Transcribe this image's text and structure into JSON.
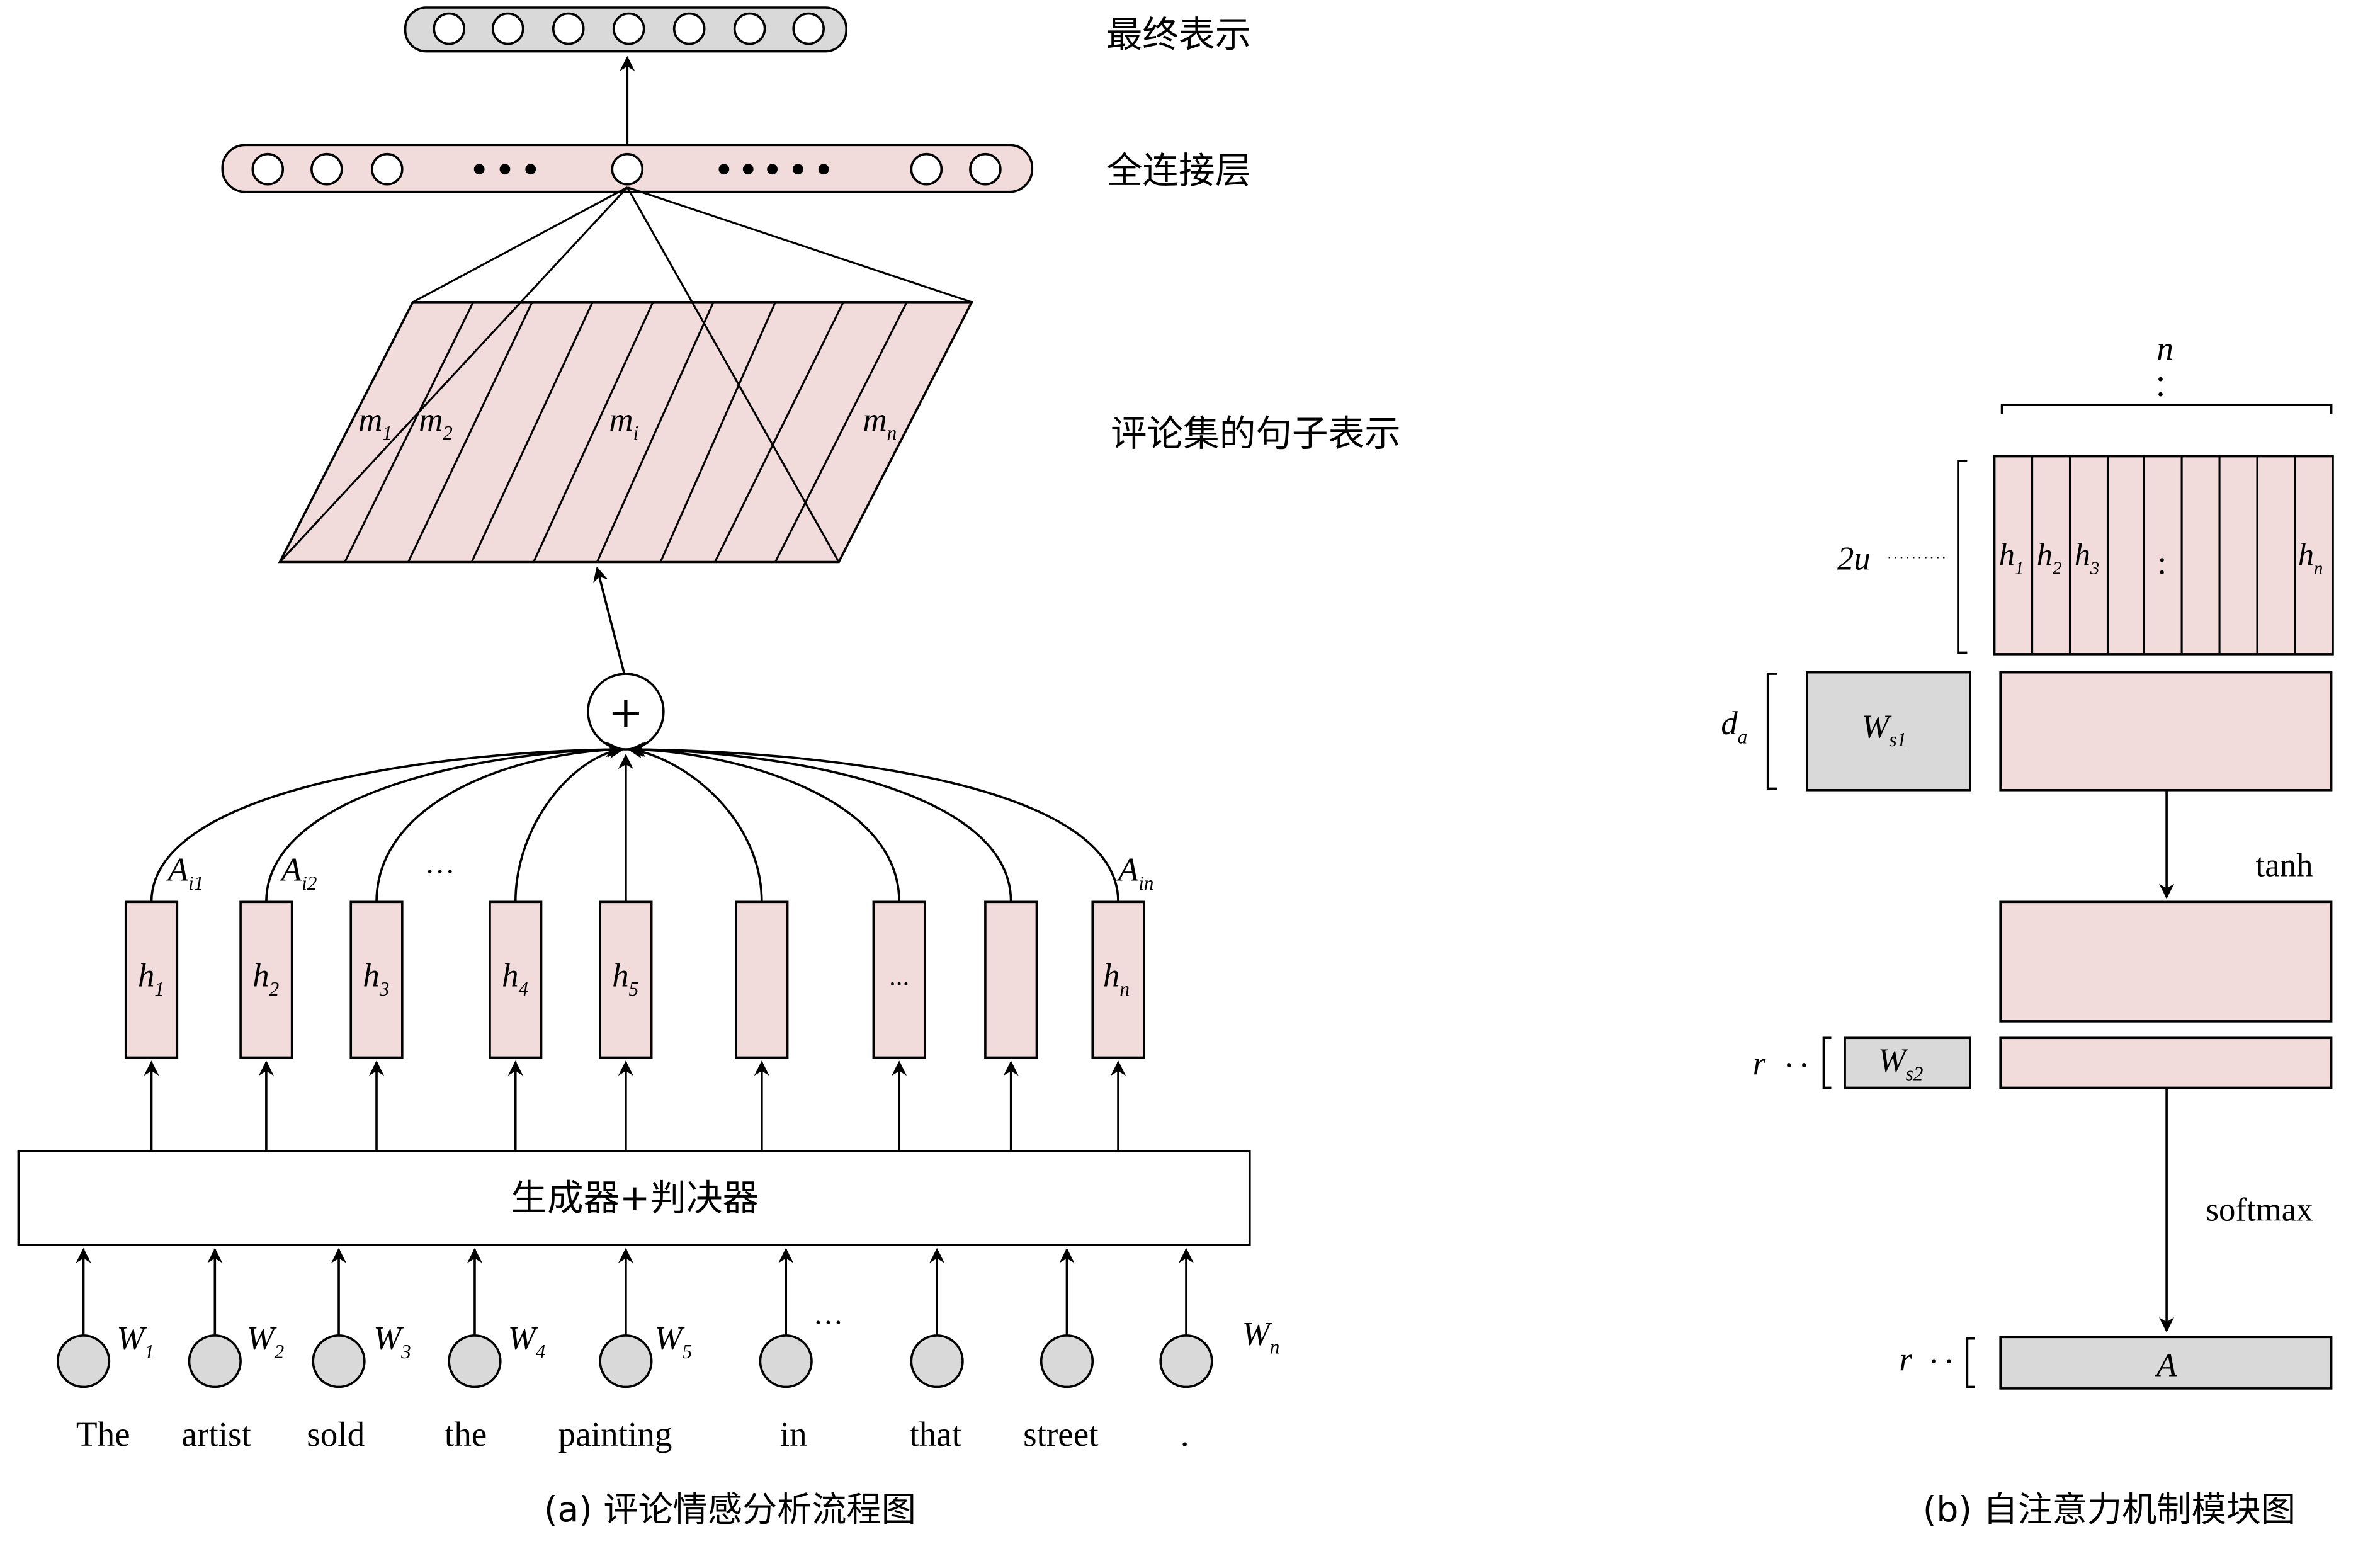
{
  "panel_a": {
    "label_final": "最终表示",
    "label_fc": "全连接层",
    "label_sentences": "评论集的句子表示",
    "mem_labels": [
      "m",
      "m",
      "m",
      "m"
    ],
    "mem_subs": [
      "1",
      "2",
      "i",
      "n"
    ],
    "plus": "+",
    "attn_labels": [
      {
        "main": "A",
        "sub": "i1"
      },
      {
        "main": "A",
        "sub": "i2"
      },
      {
        "main": "…",
        "sub": ""
      },
      {
        "main": "A",
        "sub": "in"
      }
    ],
    "h_labels": [
      {
        "main": "h",
        "sub": "1"
      },
      {
        "main": "h",
        "sub": "2"
      },
      {
        "main": "h",
        "sub": "3"
      },
      {
        "main": "h",
        "sub": "4"
      },
      {
        "main": "h",
        "sub": "5"
      },
      {
        "main": "",
        "sub": ""
      },
      {
        "main": "...",
        "sub": ""
      },
      {
        "main": "",
        "sub": ""
      },
      {
        "main": "h",
        "sub": "n"
      }
    ],
    "gen_label": "生成器+判决器",
    "w_labels": [
      {
        "main": "W",
        "sub": "1"
      },
      {
        "main": "W",
        "sub": "2"
      },
      {
        "main": "W",
        "sub": "3"
      },
      {
        "main": "W",
        "sub": "4"
      },
      {
        "main": "W",
        "sub": "5"
      },
      {
        "main": "···",
        "sub": ""
      },
      {
        "main": "",
        "sub": ""
      },
      {
        "main": "",
        "sub": ""
      },
      {
        "main": "W",
        "sub": "n"
      }
    ],
    "words": [
      "The",
      "artist",
      "sold",
      "the",
      "painting",
      "in",
      "that",
      "street",
      "."
    ],
    "caption": "(a) 评论情感分析流程图"
  },
  "panel_b": {
    "n_label": "n",
    "two_u_label": "2u",
    "h_cols": [
      {
        "main": "h",
        "sub": "1"
      },
      {
        "main": "h",
        "sub": "2"
      },
      {
        "main": "h",
        "sub": "3"
      },
      {
        "main": ":",
        "sub": ""
      },
      {
        "main": "h",
        "sub": "n"
      }
    ],
    "da_label": {
      "main": "d",
      "sub": "a"
    },
    "ws1_label": {
      "main": "W",
      "sub": "s1"
    },
    "tanh_label": "tanh",
    "r_label": "r",
    "ws2_label": {
      "main": "W",
      "sub": "s2"
    },
    "softmax_label": "softmax",
    "a_label": "A",
    "caption": "(b) 自注意力机制模块图"
  },
  "colors": {
    "pink": "#f2dcdb",
    "gray": "#d9d9d9",
    "stroke": "#000000"
  }
}
